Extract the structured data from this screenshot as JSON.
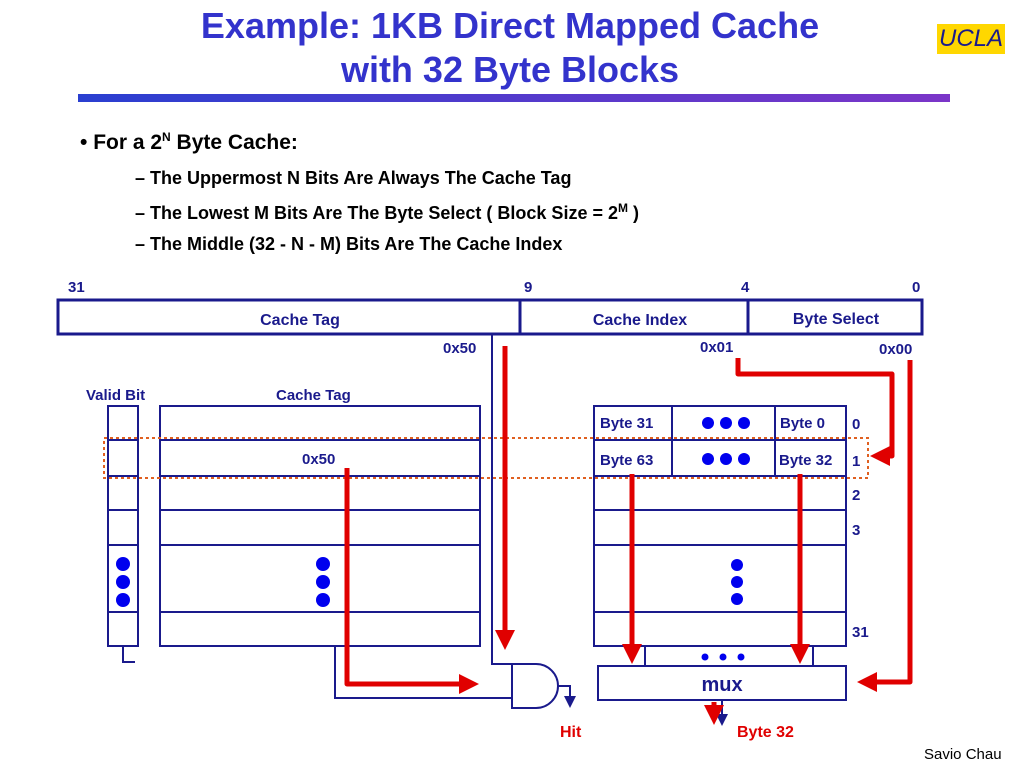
{
  "title": {
    "line1": "Example: 1KB Direct Mapped Cache",
    "line2": "with 32 Byte Blocks"
  },
  "logo": "UCLA",
  "bullets": {
    "main": {
      "prefix": "For a 2",
      "sup": "N",
      "suffix": " Byte Cache:"
    },
    "sub1": "– The Uppermost N Bits Are Always The Cache Tag",
    "sub2": {
      "prefix": "– The Lowest M Bits Are The Byte Select ( Block Size = 2",
      "sup": "M",
      "suffix": " )"
    },
    "sub3": "– The Middle (32 - N - M) Bits Are The Cache Index"
  },
  "address": {
    "bits": [
      "31",
      "9",
      "4",
      "0"
    ],
    "fields": [
      "Cache Tag",
      "Cache Index",
      "Byte Select"
    ],
    "values": {
      "tag": "0x50",
      "index": "0x01",
      "byte": "0x00"
    }
  },
  "tag_array": {
    "valid_header": "Valid Bit",
    "tag_header": "Cache Tag",
    "row1_tag": "0x50"
  },
  "data_array": {
    "row0": [
      "Byte 31",
      "Byte 0"
    ],
    "row1": [
      "Byte 63",
      "Byte 32"
    ],
    "index_labels": [
      "0",
      "1",
      "2",
      "3",
      "31"
    ]
  },
  "mux_label": "mux",
  "outputs": {
    "hit": "Hit",
    "byte": "Byte 32"
  },
  "credit": "Savio Chau",
  "colors": {
    "title": "#3333cc",
    "diagram": "#1a1a8c",
    "highlight": "#e00000",
    "badge": "#ffd700"
  }
}
